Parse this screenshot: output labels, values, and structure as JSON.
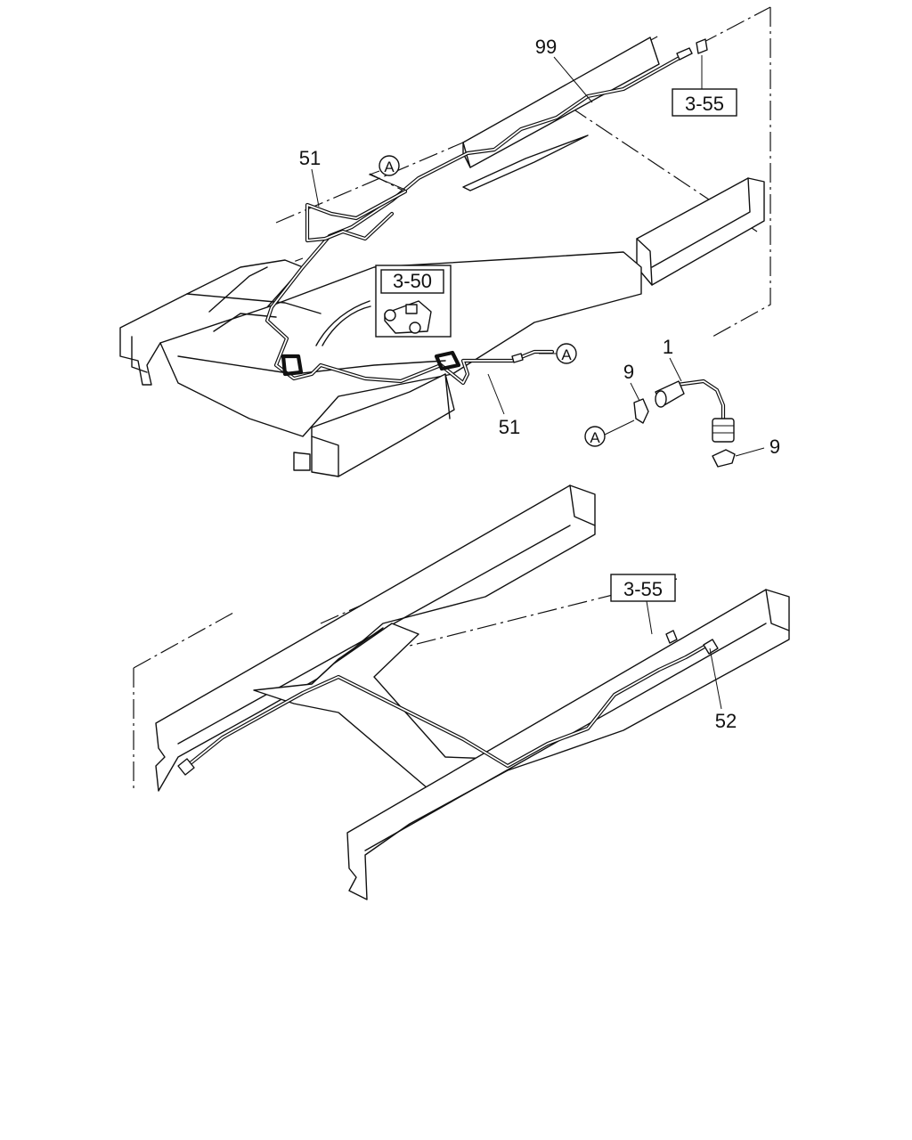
{
  "callouts": {
    "part_99": "99",
    "part_51_upper": "51",
    "part_51_lower": "51",
    "part_1": "1",
    "part_9_upper": "9",
    "part_9_lower": "9",
    "part_52": "52"
  },
  "references": {
    "ref_3_55_top": "3-55",
    "ref_3_50": "3-50",
    "ref_3_55_bottom": "3-55"
  },
  "markers": {
    "marker_a_top": "A",
    "marker_a_right": "A",
    "marker_a_clip": "A"
  },
  "colors": {
    "ink": "#111111",
    "paper": "#ffffff"
  }
}
